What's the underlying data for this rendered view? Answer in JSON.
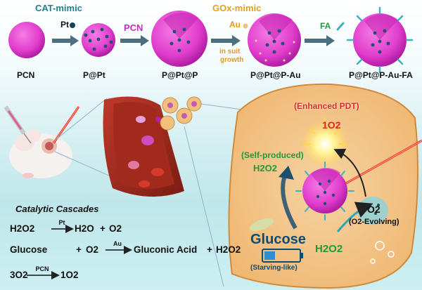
{
  "top": {
    "cat_mimic": "CAT-mimic",
    "pt": "Pt",
    "pcn": "PCN",
    "gox_mimic": "GOx-mimic",
    "au": "Au",
    "in_situ": "in suit",
    "growth": "growth",
    "fa": "FA",
    "steps": [
      "PCN",
      "P@Pt",
      "P@Pt@P",
      "P@Pt@P-Au",
      "P@Pt@P-Au-FA"
    ]
  },
  "cell": {
    "enhanced_pdt": "(Enhanced PDT)",
    "singlet_o2": "1O2",
    "self_produced": "(Self-produced)",
    "h2o2_top": "H2O2",
    "o2": "O2",
    "o2_evolving": "(O2-Evolving)",
    "glucose": "Glucose",
    "starving": "(Starving-like)",
    "h2o2_bottom": "H2O2"
  },
  "cascade": {
    "title": "Catalytic Cascades",
    "eq1": {
      "left": "H2O2",
      "cat": "Pt",
      "p1": "H2O",
      "plus": "+",
      "p2": "O2"
    },
    "eq2": {
      "left": "Glucose",
      "plus1": "+",
      "o2": "O2",
      "cat": "Au",
      "p1": "Gluconic Acid",
      "plus2": "+",
      "p2": "H2O2"
    },
    "eq3": {
      "left": "3O2",
      "cat": "PCN",
      "p1": "1O2"
    }
  },
  "colors": {
    "pink": "#d02ab8",
    "sphere": "#e63bd0",
    "teal": "#2aa7b5",
    "green": "#1f9a3a",
    "red": "#e0271f",
    "orange": "#e39a19",
    "cell_fill": "#f3c48a"
  }
}
